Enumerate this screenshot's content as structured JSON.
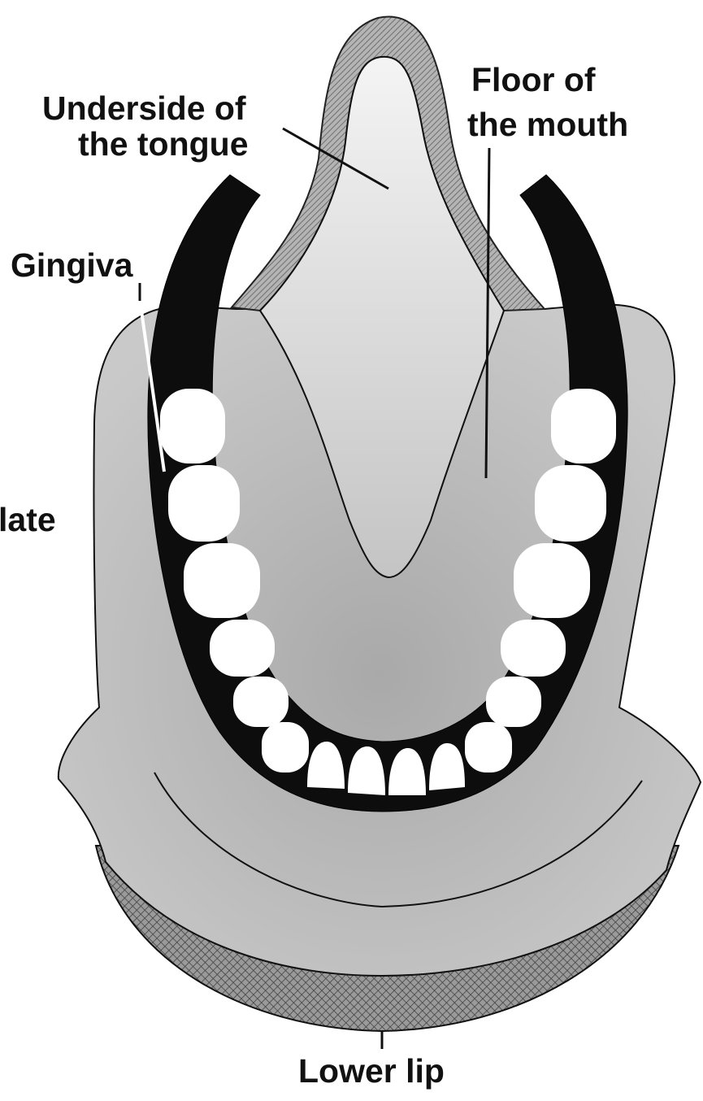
{
  "labels": {
    "underside_line1": "Underside of",
    "underside_line2": "the tongue",
    "floor_line1": "Floor of",
    "floor_line2": "the mouth",
    "gingiva": "Gingiva",
    "palate_partial": "late",
    "lower_lip": "Lower lip"
  },
  "colors": {
    "background": "#ffffff",
    "soft_tissue": "#b9b9b9",
    "tongue_underside": "#dcdcdc",
    "hatch": "#8a8a8a",
    "gingiva_band": "#0d0d0d",
    "teeth": "#ffffff",
    "outline": "#111111"
  }
}
